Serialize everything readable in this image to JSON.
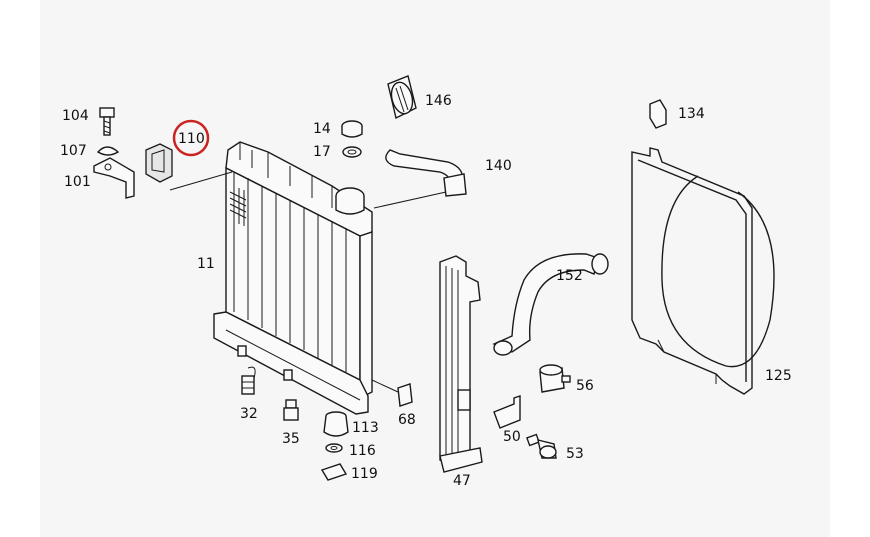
{
  "diagram": {
    "highlight_color": "#cc2222",
    "highlighted_part": "110",
    "labels": {
      "p104": "104",
      "p107": "107",
      "p101": "101",
      "p110": "110",
      "p14": "14",
      "p17": "17",
      "p146": "146",
      "p140": "140",
      "p134": "134",
      "p11": "11",
      "p152": "152",
      "p125": "125",
      "p56": "56",
      "p32": "32",
      "p35": "35",
      "p113": "113",
      "p116": "116",
      "p119": "119",
      "p68": "68",
      "p50": "50",
      "p53": "53",
      "p47": "47"
    }
  }
}
